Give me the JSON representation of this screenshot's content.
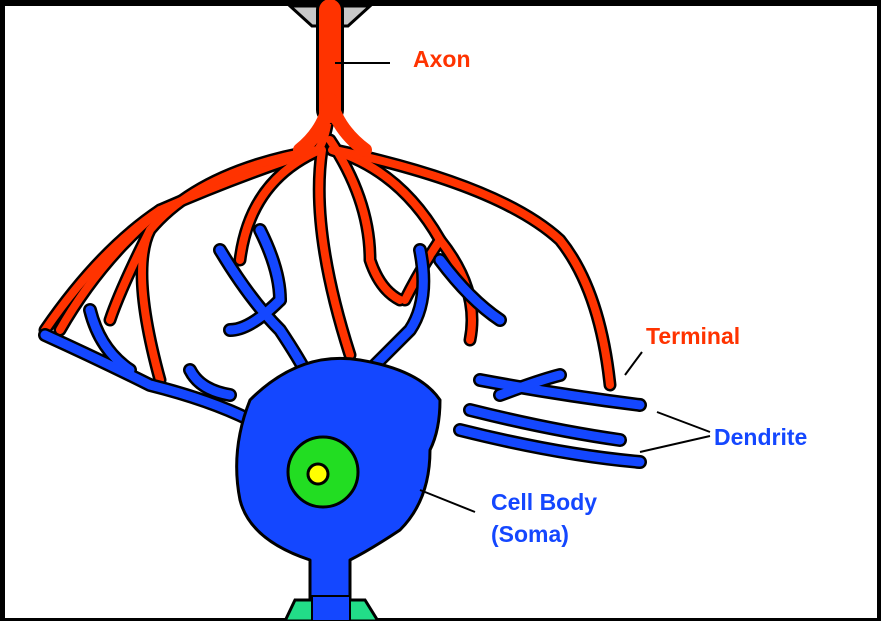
{
  "labels": {
    "axon": "Axon",
    "terminal": "Terminal",
    "dendrite": "Dendrite",
    "cell_body_line1": "Cell Body",
    "cell_body_line2": "(Soma)"
  },
  "colors": {
    "axon": "#ff3300",
    "dendrite_body": "#1447ff",
    "nucleus": "#22dd22",
    "nucleolus": "#ffff00",
    "outline": "#000000",
    "myelin": "#22dd88"
  }
}
